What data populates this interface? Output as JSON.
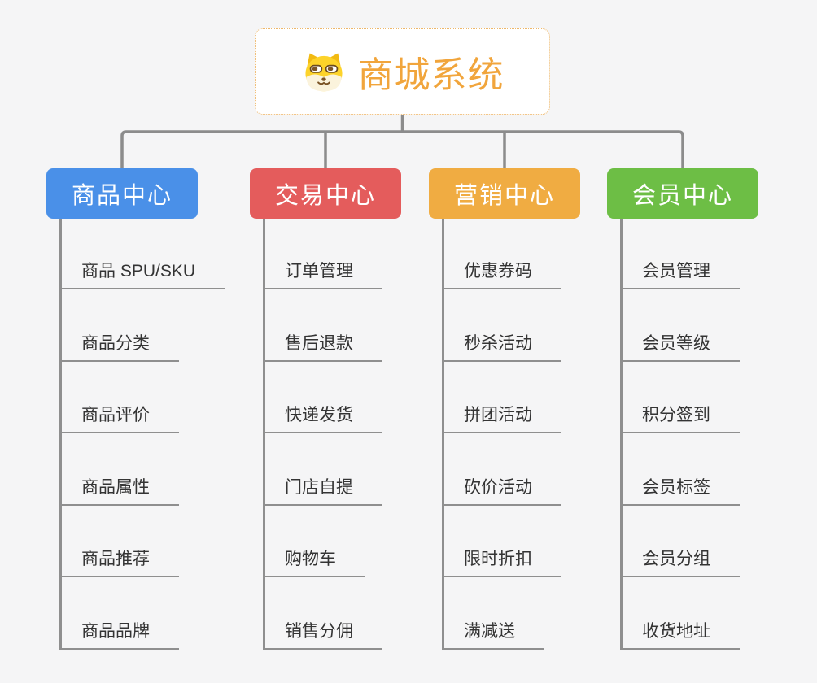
{
  "root": {
    "title": "商城系统",
    "icon": "shiba-dog-logo"
  },
  "branches": [
    {
      "label": "商品中心",
      "color": "#4a90e8",
      "children": [
        "商品 SPU/SKU",
        "商品分类",
        "商品评价",
        "商品属性",
        "商品推荐",
        "商品品牌"
      ]
    },
    {
      "label": "交易中心",
      "color": "#e45c5c",
      "children": [
        "订单管理",
        "售后退款",
        "快递发货",
        "门店自提",
        "购物车",
        "销售分佣"
      ]
    },
    {
      "label": "营销中心",
      "color": "#f0ac42",
      "children": [
        "优惠券码",
        "秒杀活动",
        "拼团活动",
        "砍价活动",
        "限时折扣",
        "满减送"
      ]
    },
    {
      "label": "会员中心",
      "color": "#6dbe45",
      "children": [
        "会员管理",
        "会员等级",
        "积分签到",
        "会员标签",
        "会员分组",
        "收货地址"
      ]
    }
  ],
  "colors": {
    "background": "#f5f5f6",
    "connector": "#8c8c8c",
    "child_line": "#8f8f8f",
    "child_text": "#343434",
    "root_text": "#f1a53c",
    "root_border": "#eeb76a",
    "branch_text": "#ffffff"
  }
}
